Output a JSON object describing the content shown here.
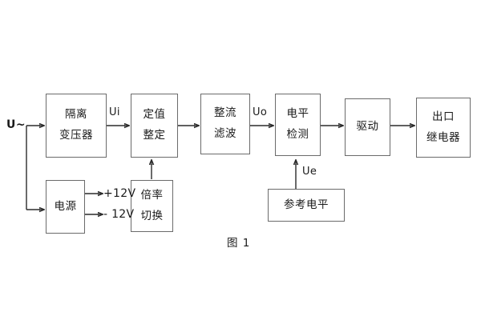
{
  "figure": {
    "caption": "图 1",
    "source_label": "U~"
  },
  "blocks": [
    {
      "id": "isolation-transformer",
      "lines": [
        "隔离",
        "变压器"
      ]
    },
    {
      "id": "setting-value",
      "lines": [
        "定值",
        "整定"
      ]
    },
    {
      "id": "rectify-filter",
      "lines": [
        "整流",
        "滤波"
      ]
    },
    {
      "id": "level-detection",
      "lines": [
        "电平",
        "检测"
      ]
    },
    {
      "id": "drive",
      "lines": [
        "驱动"
      ]
    },
    {
      "id": "output-relay",
      "lines": [
        "出口",
        "继电器"
      ]
    },
    {
      "id": "power-supply",
      "lines": [
        "电源"
      ]
    },
    {
      "id": "multiplier-switch",
      "lines": [
        "倍率",
        "切换"
      ]
    },
    {
      "id": "reference-level",
      "lines": [
        "参考电平"
      ]
    }
  ],
  "signals": {
    "ui": "Ui",
    "uo": "Uo",
    "ue": "Ue"
  },
  "rails": {
    "positive": "+12V",
    "negative": "- 12V"
  },
  "colors": {
    "box_border": "#6b6b6b",
    "wire": "#2b2b2b",
    "text": "#1a1a1a",
    "background": "#ffffff"
  }
}
